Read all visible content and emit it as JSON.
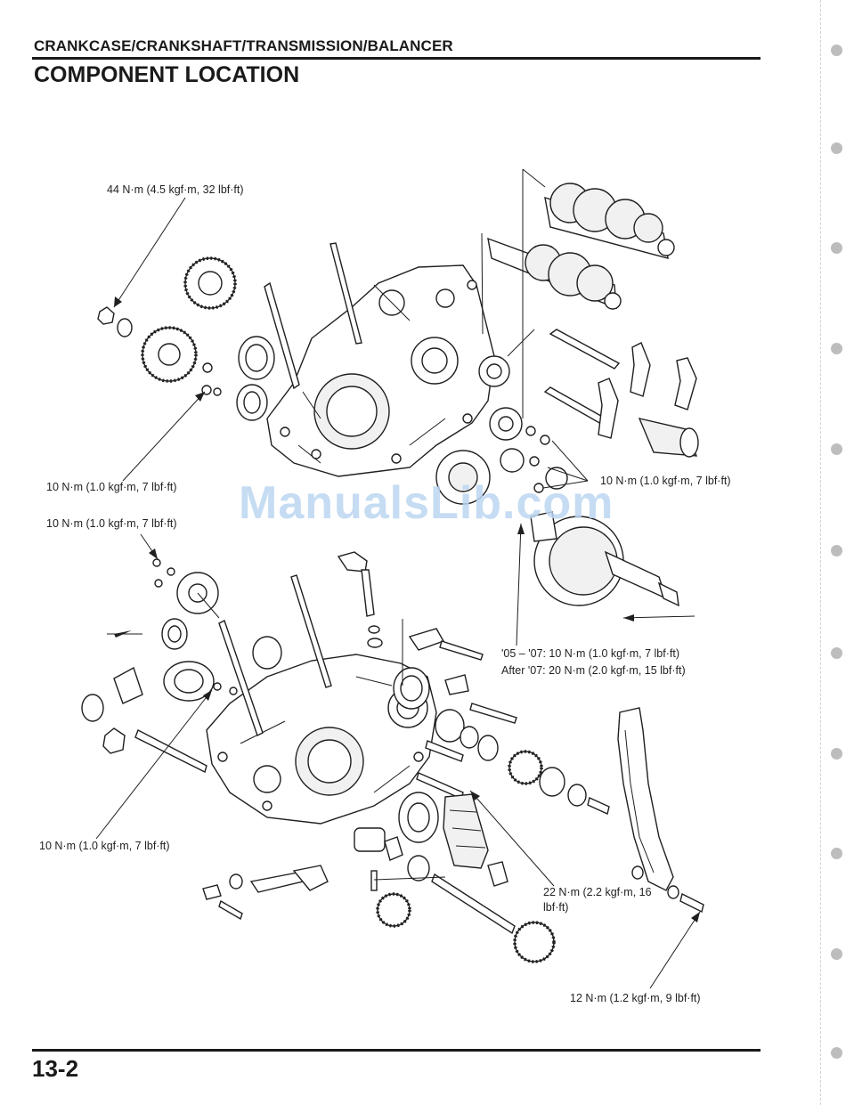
{
  "header": {
    "section_title": "CRANKCASE/CRANKSHAFT/TRANSMISSION/BALANCER",
    "page_heading": "COMPONENT LOCATION"
  },
  "callouts": {
    "top_nut": "44 N·m (4.5 kgf·m, 32 lbf·ft)",
    "left_bolts": "10 N·m (1.0 kgf·m, 7 lbf·ft)",
    "right_bolts": "10 N·m (1.0 kgf·m, 7 lbf·ft)",
    "bearing_plate": "10 N·m (1.0 kgf·m, 7 lbf·ft)",
    "crank_bolt_05_07": "'05 – '07: 10 N·m (1.0 kgf·m, 7 lbf·ft)",
    "crank_bolt_after_07": "After '07: 20 N·m (2.0 kgf·m, 15 lbf·ft)",
    "lower_left": "10 N·m (1.0 kgf·m, 7 lbf·ft)",
    "chain_guide": "22 N·m (2.2 kgf·m, 16 lbf·ft)",
    "slider_bolt": "12 N·m (1.2 kgf·m, 9 lbf·ft)"
  },
  "watermark": "ManualsLib.com",
  "footer": {
    "page_number": "13-2"
  }
}
